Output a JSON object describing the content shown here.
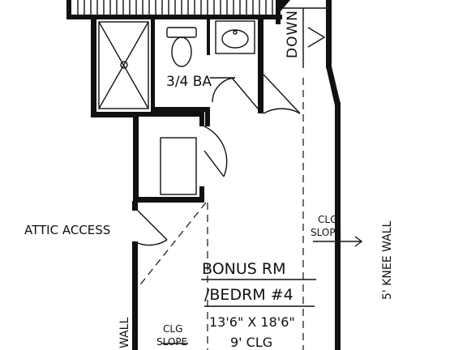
{
  "labels": {
    "down": "DOWN",
    "bath": "3/4 BA",
    "attic_access": "ATTIC ACCESS",
    "clg_slope_right_1": "CLG",
    "clg_slope_right_2": "SLOPE",
    "knee_wall_right": "5' KNEE WALL",
    "room_name_1": "BONUS RM",
    "room_name_2": "/BEDRM #4",
    "room_dims": "13'6\" X 18'6\"",
    "ceiling": "9' CLG",
    "clg_slope_left_1": "CLG",
    "clg_slope_left_2": "SLOPE",
    "knee_wall_left": "WALL"
  }
}
